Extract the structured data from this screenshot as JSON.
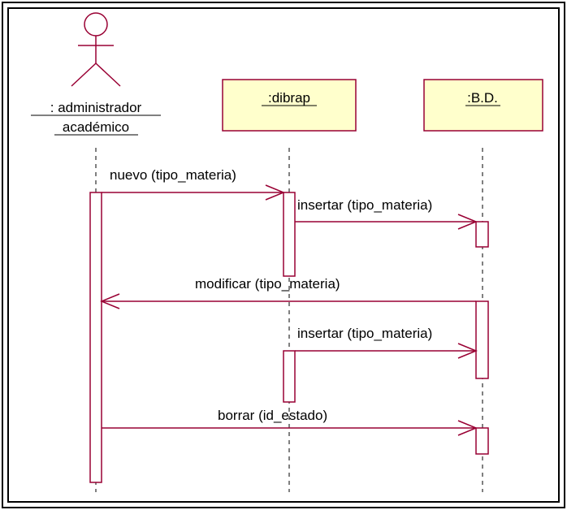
{
  "diagram": {
    "actor": {
      "line1": ": administrador",
      "line2": "académico"
    },
    "objects": [
      {
        "label": ":dibrap"
      },
      {
        "label": ":B.D."
      }
    ],
    "messages": [
      {
        "label": "nuevo (tipo_materia)"
      },
      {
        "label": "insertar (tipo_materia)"
      },
      {
        "label": "modificar (tipo_materia)"
      },
      {
        "label": "insertar (tipo_materia)"
      },
      {
        "label": "borrar (id_estado)"
      }
    ]
  },
  "colors": {
    "line": "#990033",
    "object_fill": "#ffffcc",
    "frame": "#000000",
    "text": "#000000"
  }
}
